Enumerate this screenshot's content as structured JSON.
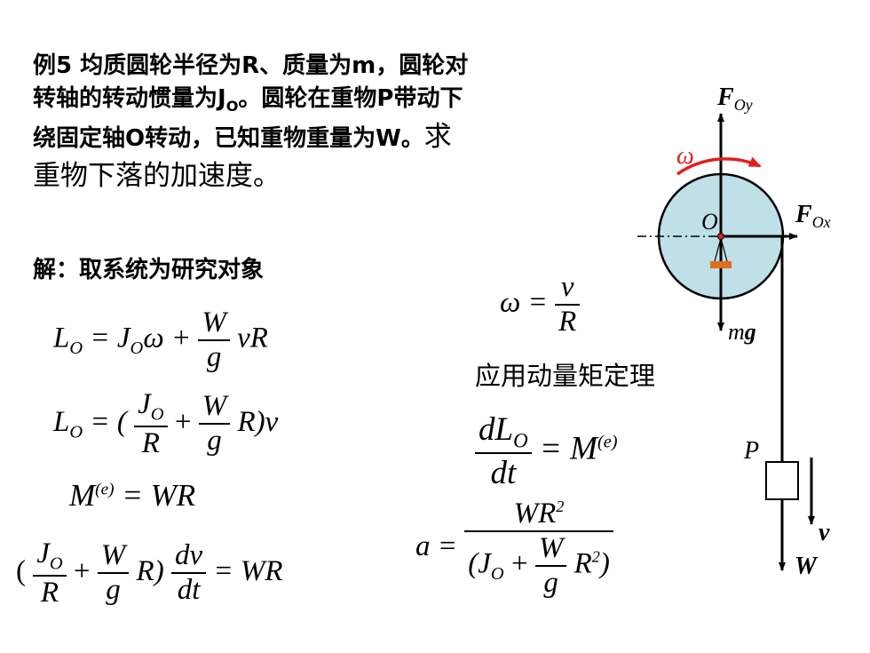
{
  "problem": {
    "line1": "例5  均质圆轮半径为R、质量为m，圆轮对",
    "line2": "转轴的转动惯量为J",
    "line2_sub": "O",
    "line2_end": "。圆轮在重物P带动下",
    "line3": "绕固定轴O转动，已知重物重量为W。",
    "line3_big": "求",
    "line4": "重物下落的加速度。"
  },
  "solution_label": "解：取系统为研究对象",
  "omega_def": {
    "lhs": "ω =",
    "num": "v",
    "den": "R"
  },
  "eq1": {
    "lhs": "L",
    "lhs_sub": "O",
    "mid": " = J",
    "mid_sub": "O",
    "tail": "ω +",
    "num": "W",
    "den": "g",
    "end": "vR"
  },
  "eq2": {
    "lhs": "L",
    "lhs_sub": "O",
    "mid": " = (",
    "num1": "J",
    "num1_sub": "O",
    "den1": "R",
    "plus": "+",
    "num2": "W",
    "den2": "g",
    "end": "R)v"
  },
  "eq3": {
    "lhs": "M",
    "sup": "(e)",
    "rhs": " = WR"
  },
  "eq4": {
    "open": "(",
    "num1": "J",
    "num1_sub": "O",
    "den1": "R",
    "plus": "+",
    "num2": "W",
    "den2": "g",
    "close": "R)",
    "num3": "dv",
    "den3": "dt",
    "rhs": "= WR"
  },
  "theorem_label": "应用动量矩定理",
  "eq5": {
    "num": "dL",
    "num_sub": "O",
    "den": "dt",
    "rhs": "= M",
    "sup": "(e)"
  },
  "eq6": {
    "lhs": "a =",
    "num": "WR",
    "num_sup": "2",
    "den_open": "(J",
    "den_sub": "O",
    "den_plus": "+",
    "den_num": "W",
    "den_den": "g",
    "den_R": "R",
    "den_sup": "2",
    "den_close": ")"
  },
  "diagram": {
    "label_FOy": "F",
    "label_FOy_sub": "Oy",
    "label_FOx": "F",
    "label_FOx_sub": "Ox",
    "label_omega": "ω",
    "label_O": "O",
    "label_mg_m": "m",
    "label_mg_g": "g",
    "label_P": "P",
    "label_v": "v",
    "label_W": "W",
    "wheel_fill": "#bfe0e6",
    "omega_color": "#e0201c",
    "pin_color": "#e06d1f"
  }
}
